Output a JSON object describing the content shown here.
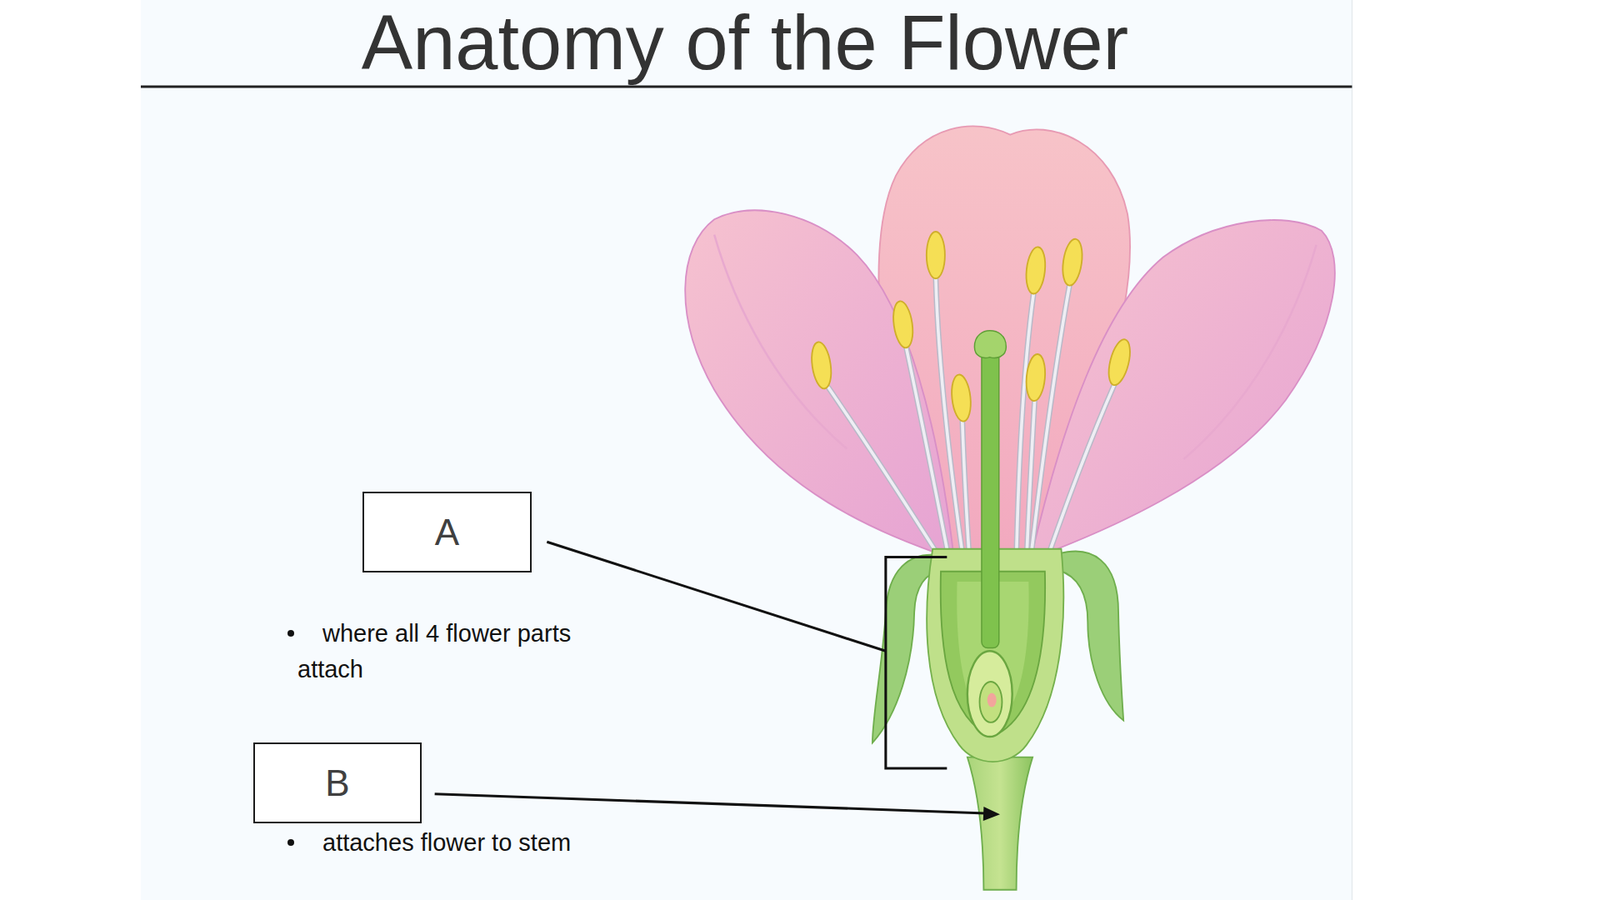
{
  "diagram": {
    "title": "Anatomy of the Flower",
    "nodes": [
      {
        "text": [
          "A"
        ]
      },
      {
        "text": [
          "B"
        ]
      }
    ],
    "labels": [
      "where all 4 flower parts attach",
      "attaches flower to stem"
    ]
  }
}
